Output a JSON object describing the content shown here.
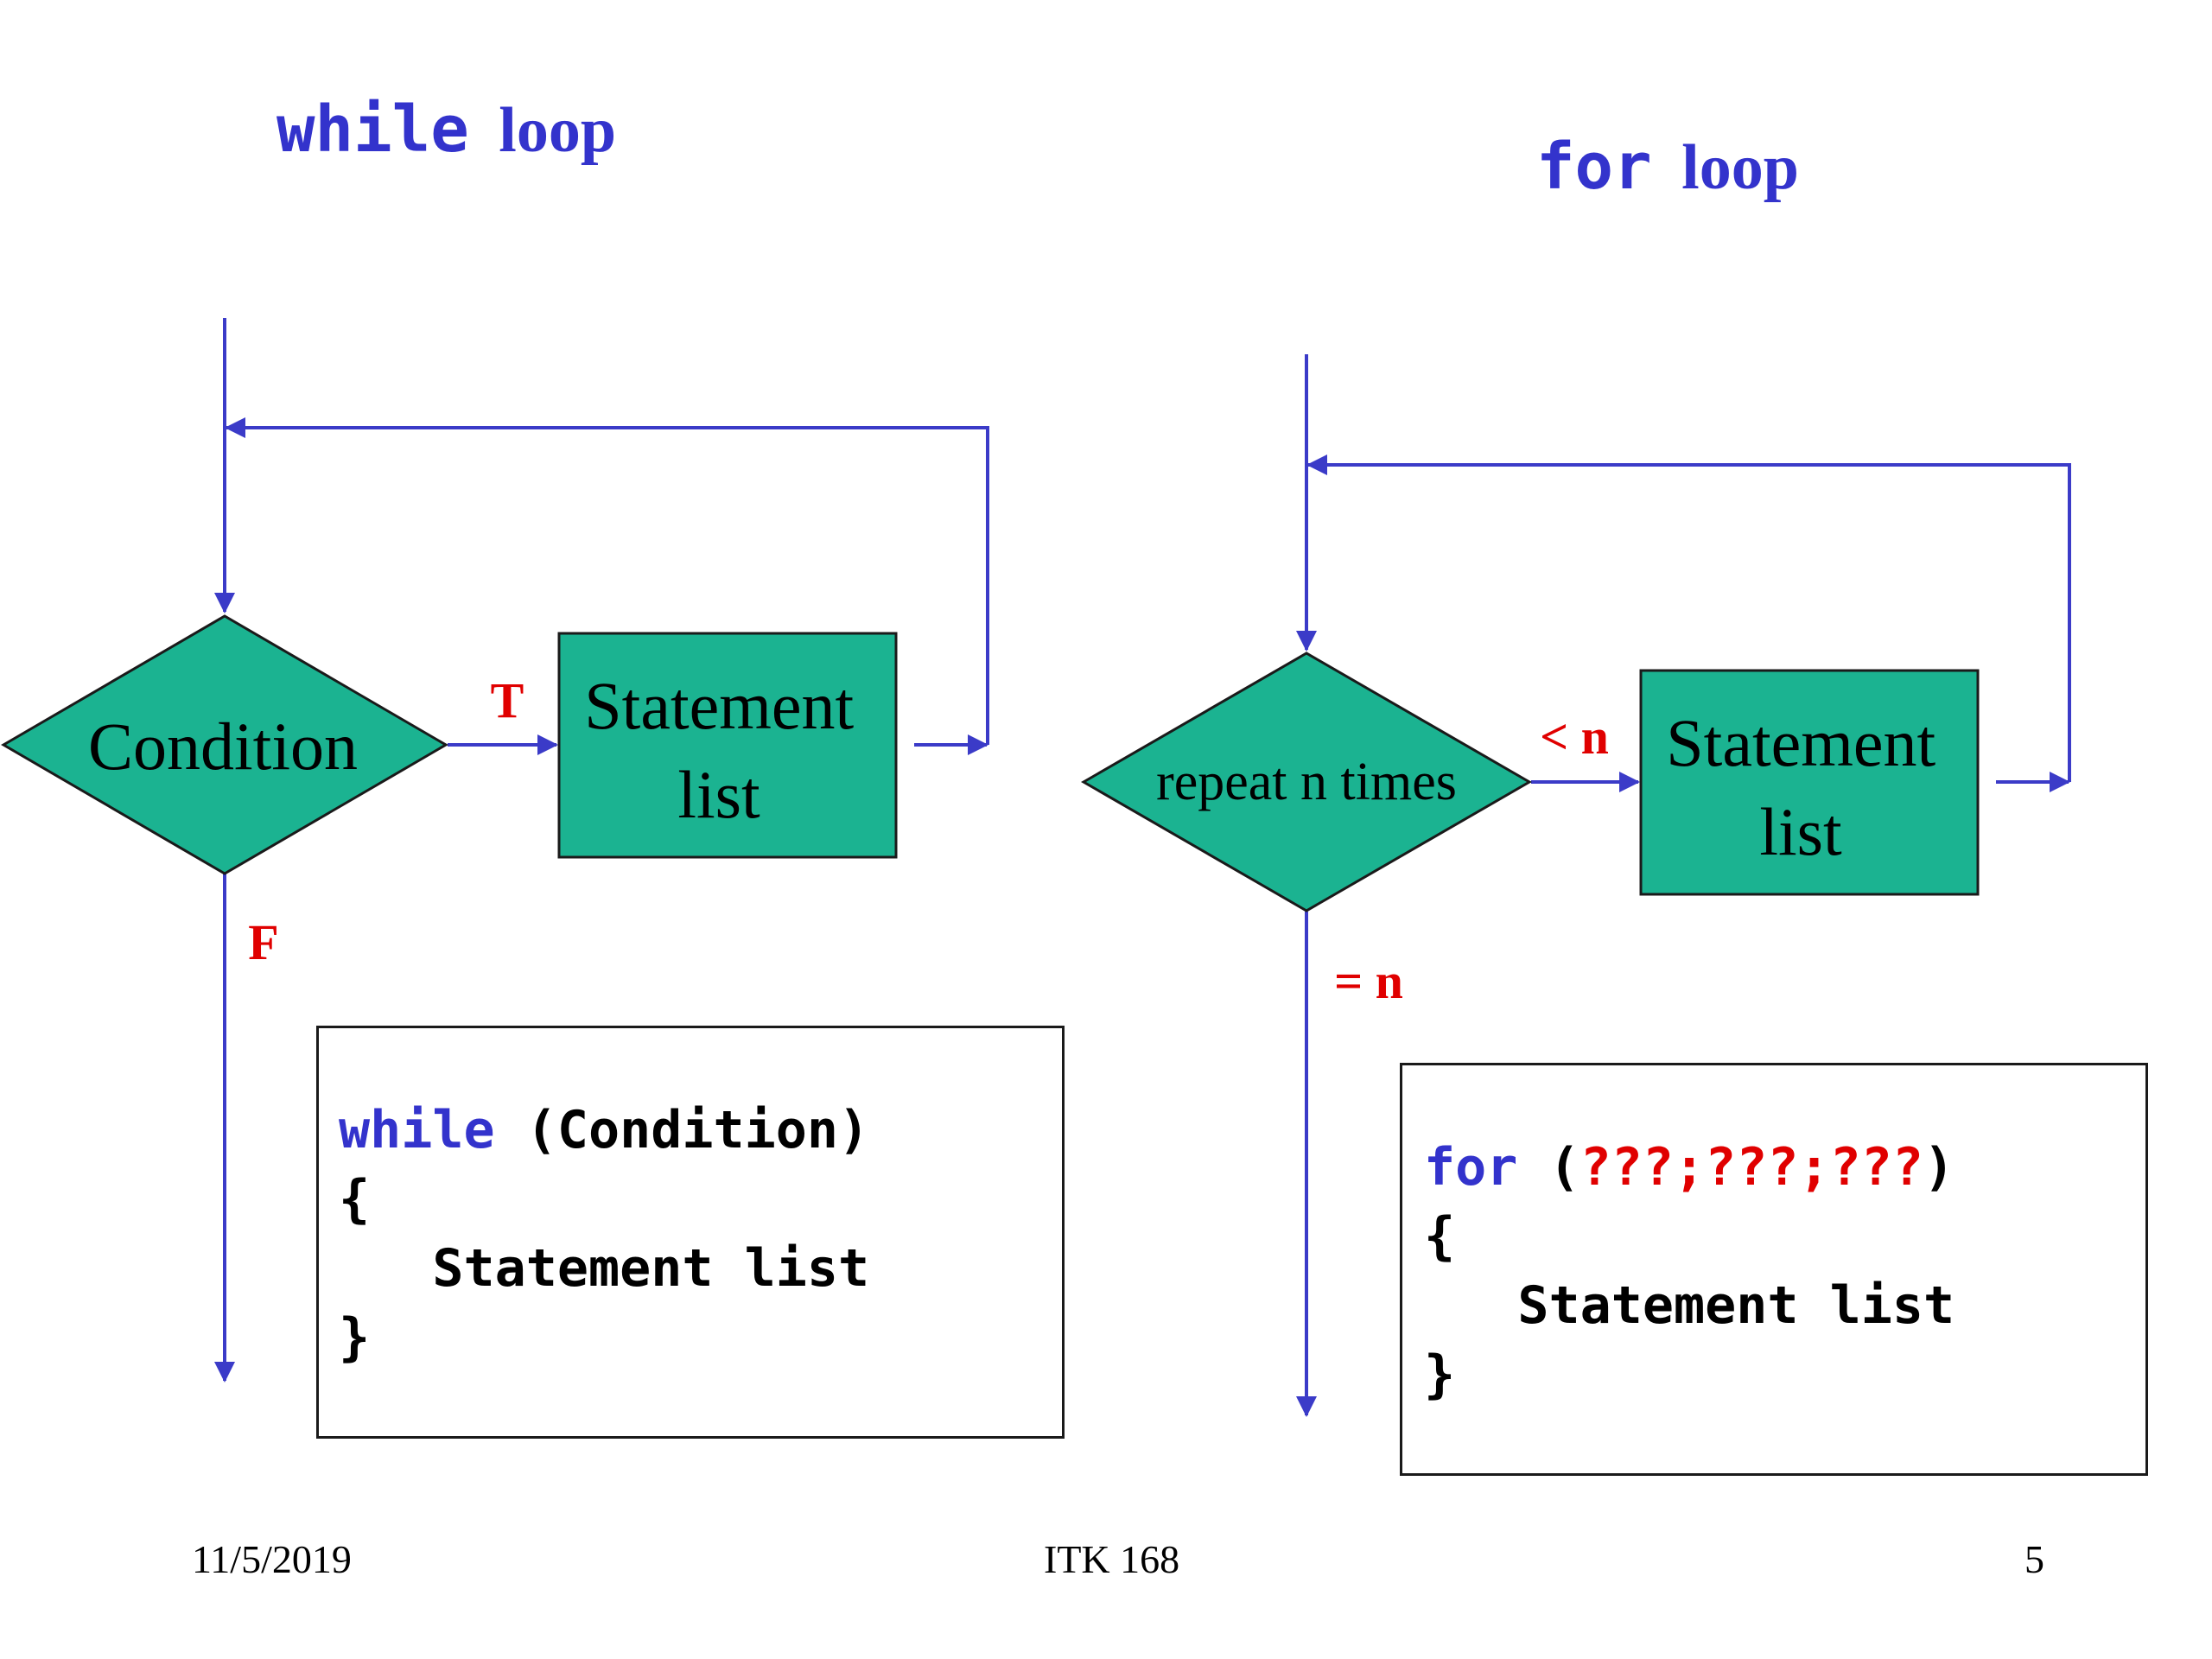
{
  "colors": {
    "title": "#3333cc",
    "line": "#3b3bc8",
    "shape_fill": "#1bb391",
    "shape_stroke": "#1a1a1a",
    "label": "#e00000"
  },
  "while_diagram": {
    "title_code": "while",
    "title_text": "loop",
    "condition_label": "Condition",
    "true_label": "T",
    "false_label": "F",
    "statement_line1": "Statement",
    "statement_line2": "list"
  },
  "for_diagram": {
    "title_code": "for",
    "title_text": "loop",
    "condition_label": "repeat n times",
    "true_label": "< n",
    "false_label": "= n",
    "statement_line1": "Statement",
    "statement_line2": "list"
  },
  "while_code": {
    "keyword": "while",
    "header_rest": " (Condition)",
    "open_brace": "{",
    "body": "   Statement list",
    "close_brace": "}"
  },
  "for_code": {
    "keyword": "for",
    "paren_open": " (",
    "header_init": "???;???;???",
    "paren_close": ")",
    "open_brace": "{",
    "body": "   Statement list",
    "close_brace": "}"
  },
  "footer": {
    "date": "11/5/2019",
    "course": "ITK 168",
    "page": "5"
  }
}
